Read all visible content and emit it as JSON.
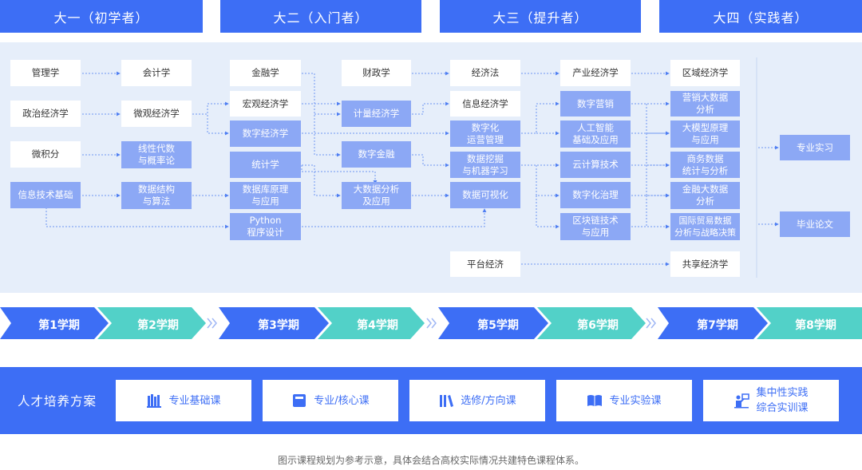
{
  "years": [
    "大一（初学者）",
    "大二（入门者）",
    "大三（提升者）",
    "大四（实践者）"
  ],
  "courses": {
    "guanlixue": "管理学",
    "zhengzhijingjixue": "政治经济学",
    "weijifen": "微积分",
    "xinxijishujichu": "信息技术基础",
    "kuaijixue": "会计学",
    "weiguanjingjixue": "微观经济学",
    "xianxingdaishu": "线性代数\n与概率论",
    "shujujiegou": "数据结构\n与算法",
    "jinrongxue": "金融学",
    "hongguanjingjixue": "宏观经济学",
    "shuzijingjixue": "数字经济学",
    "tongjixue": "统计学",
    "shujukuyuanli": "数据库原理\n与应用",
    "python": "Python\n程序设计",
    "caizhengxue": "财政学",
    "jiliangjingjixue": "计量经济学",
    "shuzijinrong": "数字金融",
    "dashujufenxi": "大数据分析\n及应用",
    "jingjifa": "经济法",
    "xinxijingjixue": "信息经济学",
    "shuzihuayunying": "数字化\n运营管理",
    "shujuwajue": "数据挖掘\n与机器学习",
    "shujukeshihua": "数据可视化",
    "pingtaijingji": "平台经济",
    "chanyejingjixue": "产业经济学",
    "shuziyingxiao": "数字营销",
    "rengongzhineng": "人工智能\n基础及应用",
    "yunjisuan": "云计算技术",
    "shuzihuazhili": "数字化治理",
    "qukuailian": "区块链技术\n与应用",
    "quyujingjixue": "区域经济学",
    "yingxiaodashuju": "营销大数据\n分析",
    "damoxing": "大模型原理\n与应用",
    "shangwushuju": "商务数据\n统计与分析",
    "jinrongdashuju": "金融大数据\n分析",
    "guojimaoyi": "国际贸易数据\n分析与战略决策",
    "gongxiangjingjixue": "共享经济学",
    "zhuanyeshixi": "专业实习",
    "biyelunwen": "毕业论文"
  },
  "semesters": [
    "第1学期",
    "第2学期",
    "第3学期",
    "第4学期",
    "第5学期",
    "第6学期",
    "第7学期",
    "第8学期"
  ],
  "colors": {
    "semester_dark": "#3d6ef5",
    "semester_teal": "#52d1c8",
    "year_header": "#3d6ef5",
    "course_blue": "#8ca8f5",
    "panel": "#e6eefa"
  },
  "plan": {
    "title": "人才培养方案",
    "categories": [
      {
        "label": "专业基础课",
        "icon": "books-icon"
      },
      {
        "label": "专业/核心课",
        "icon": "folder-icon"
      },
      {
        "label": "选修/方向课",
        "icon": "bookshelf-icon"
      },
      {
        "label": "专业实验课",
        "icon": "open-book-icon"
      },
      {
        "label": "集中性实践\n综合实训课",
        "icon": "presenter-icon"
      }
    ]
  },
  "footnote": "图示课程规划为参考示意，具体会结合高校实际情况共建特色课程体系。"
}
